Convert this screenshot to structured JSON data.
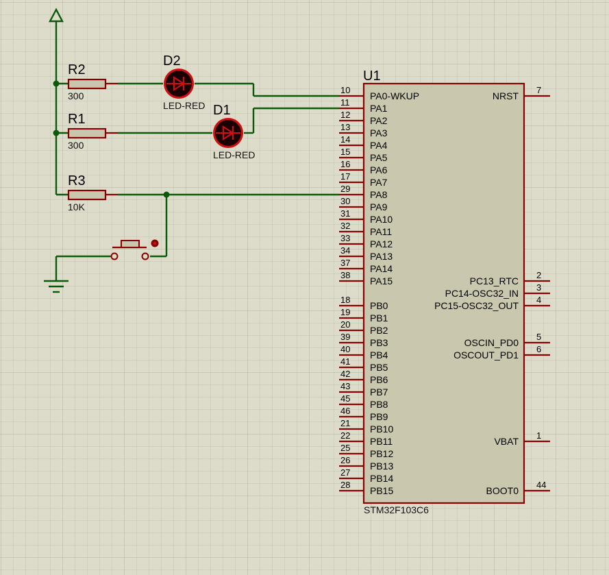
{
  "schematic": {
    "power_label": "",
    "r1": {
      "ref": "R1",
      "value": "300"
    },
    "r2": {
      "ref": "R2",
      "value": "300"
    },
    "r3": {
      "ref": "R3",
      "value": "10K"
    },
    "d1": {
      "ref": "D1",
      "value": "LED-RED"
    },
    "d2": {
      "ref": "D2",
      "value": "LED-RED"
    },
    "u1": {
      "ref": "U1",
      "part": "STM32F103C6",
      "left_pins": [
        {
          "num": "10",
          "name": "PA0-WKUP"
        },
        {
          "num": "11",
          "name": "PA1"
        },
        {
          "num": "12",
          "name": "PA2"
        },
        {
          "num": "13",
          "name": "PA3"
        },
        {
          "num": "14",
          "name": "PA4"
        },
        {
          "num": "15",
          "name": "PA5"
        },
        {
          "num": "16",
          "name": "PA6"
        },
        {
          "num": "17",
          "name": "PA7"
        },
        {
          "num": "29",
          "name": "PA8"
        },
        {
          "num": "30",
          "name": "PA9"
        },
        {
          "num": "31",
          "name": "PA10"
        },
        {
          "num": "32",
          "name": "PA11"
        },
        {
          "num": "33",
          "name": "PA12"
        },
        {
          "num": "34",
          "name": "PA13"
        },
        {
          "num": "37",
          "name": "PA14"
        },
        {
          "num": "38",
          "name": "PA15"
        },
        {
          "num": "18",
          "name": "PB0"
        },
        {
          "num": "19",
          "name": "PB1"
        },
        {
          "num": "20",
          "name": "PB2"
        },
        {
          "num": "39",
          "name": "PB3"
        },
        {
          "num": "40",
          "name": "PB4"
        },
        {
          "num": "41",
          "name": "PB5"
        },
        {
          "num": "42",
          "name": "PB6"
        },
        {
          "num": "43",
          "name": "PB7"
        },
        {
          "num": "45",
          "name": "PB8"
        },
        {
          "num": "46",
          "name": "PB9"
        },
        {
          "num": "21",
          "name": "PB10"
        },
        {
          "num": "22",
          "name": "PB11"
        },
        {
          "num": "25",
          "name": "PB12"
        },
        {
          "num": "26",
          "name": "PB13"
        },
        {
          "num": "27",
          "name": "PB14"
        },
        {
          "num": "28",
          "name": "PB15"
        }
      ],
      "right_pins": [
        {
          "num": "7",
          "name": "NRST"
        },
        {
          "num": "2",
          "name": "PC13_RTC"
        },
        {
          "num": "3",
          "name": "PC14-OSC32_IN"
        },
        {
          "num": "4",
          "name": "PC15-OSC32_OUT"
        },
        {
          "num": "5",
          "name": "OSCIN_PD0"
        },
        {
          "num": "6",
          "name": "OSCOUT_PD1"
        },
        {
          "num": "1",
          "name": "VBAT"
        },
        {
          "num": "44",
          "name": "BOOT0"
        }
      ]
    }
  },
  "colors": {
    "background": "#dddccb",
    "grid_minor": "#c4c3b0",
    "grid_major": "#b3b29e",
    "wire": "#0a5a0a",
    "component_outline": "#8a0000",
    "chip_fill": "#c9c7ad",
    "led_fill": "#1a0000",
    "led_body": "#d01010"
  }
}
